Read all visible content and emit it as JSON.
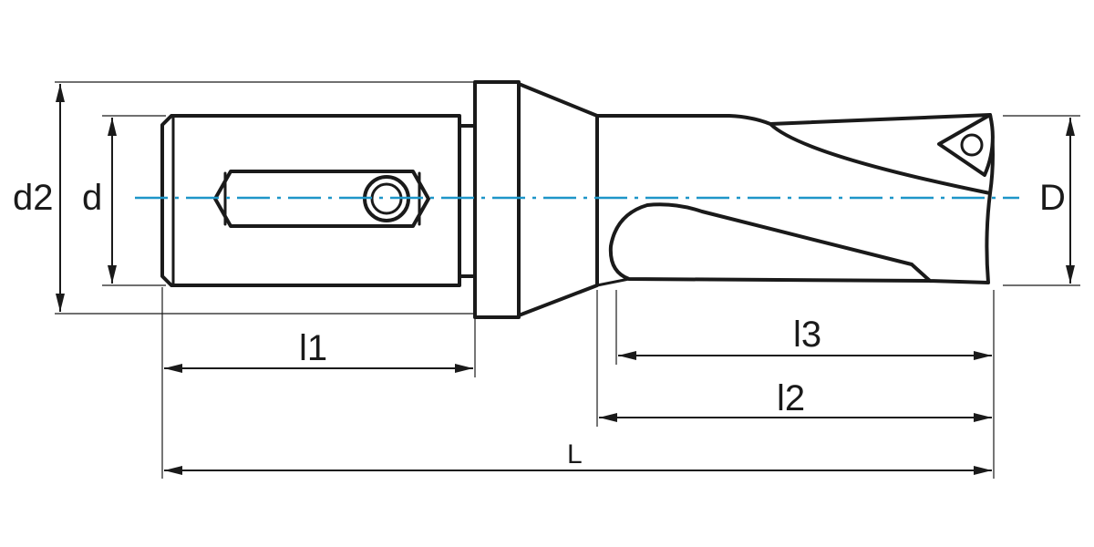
{
  "labels": {
    "d2": "d2",
    "d": "d",
    "D": "D",
    "l1": "l1",
    "l2": "l2",
    "l3": "l3",
    "L": "L"
  },
  "colors": {
    "line": "#1a1a1a",
    "centerline": "#1e96c8"
  }
}
